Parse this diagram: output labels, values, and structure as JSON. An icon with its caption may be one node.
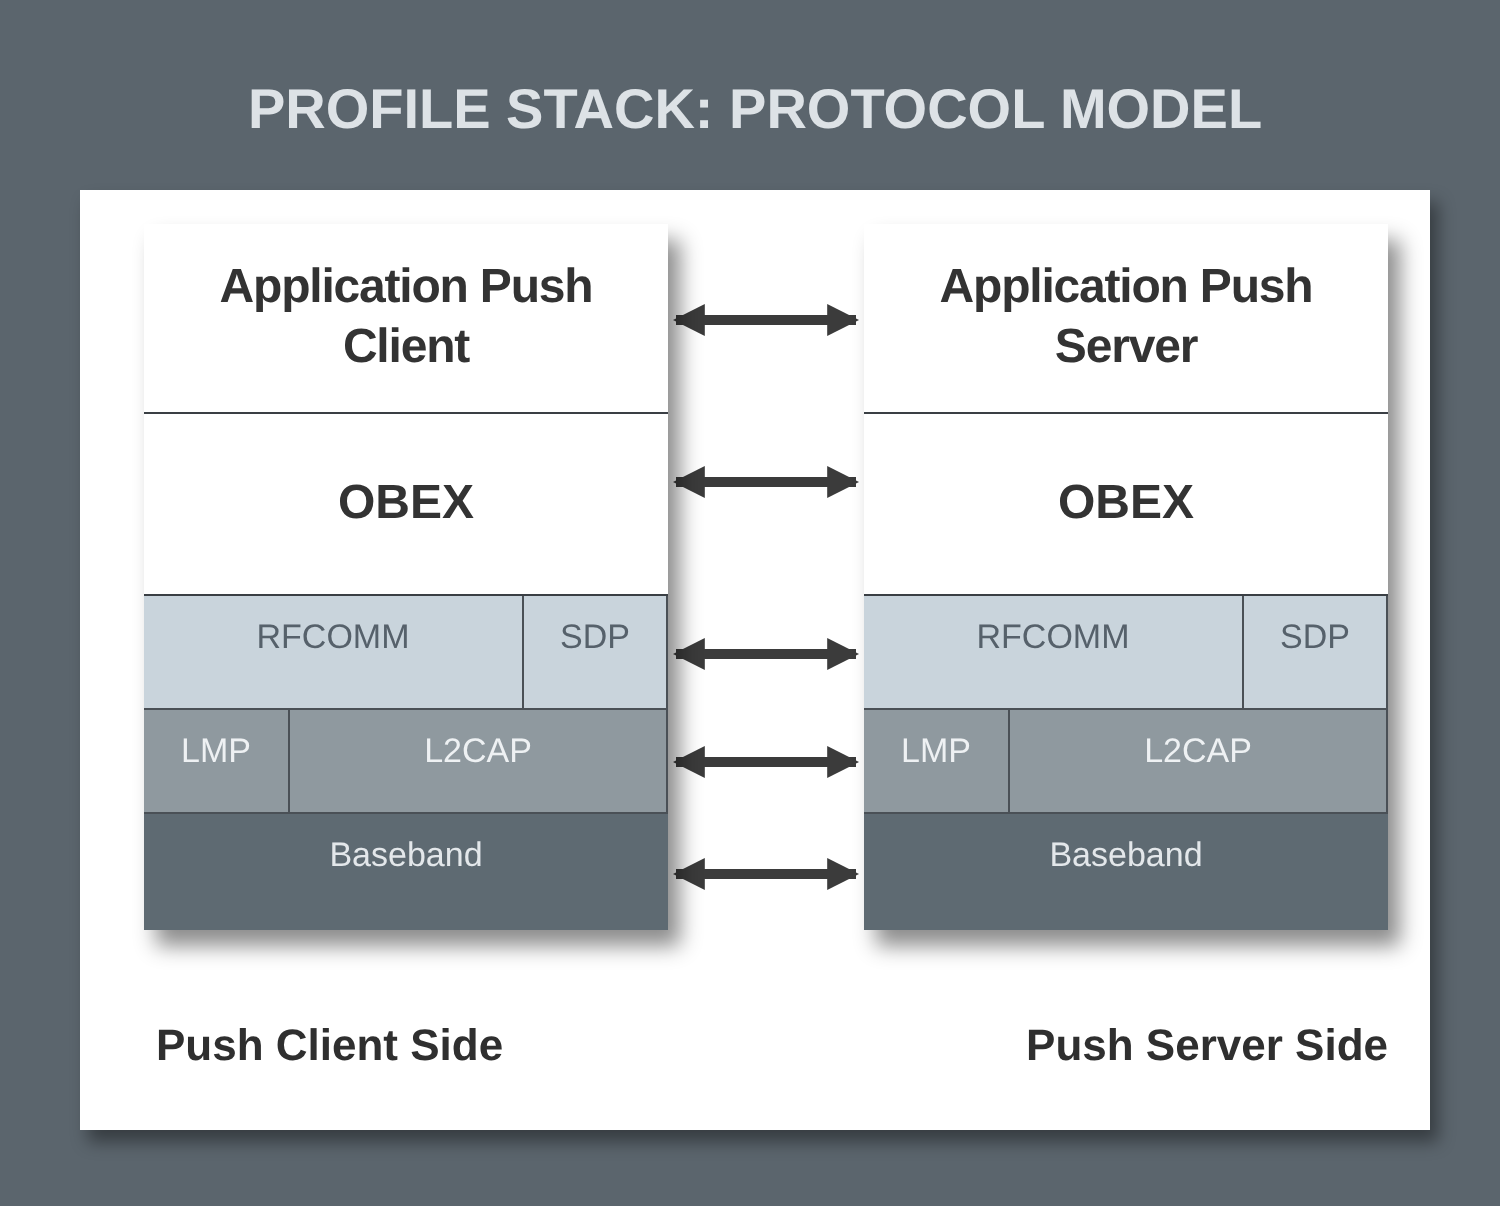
{
  "diagram": {
    "title": "PROFILE STACK: PROTOCOL MODEL",
    "nodes": [
      {
        "text": [],
        "shape": "box",
        "beside": [
          "Push Client Side"
        ]
      },
      {
        "text": [
          "Application Push Client"
        ],
        "in": 0
      },
      {
        "text": [
          "OBEX"
        ],
        "in": 0
      },
      {
        "text": [
          "RFCOMM"
        ],
        "in": 0
      },
      {
        "text": [
          "SDP"
        ],
        "in": 0
      },
      {
        "text": [
          "LMP"
        ],
        "in": 0
      },
      {
        "text": [
          "L2CAP"
        ],
        "in": 0
      },
      {
        "text": [
          "Baseband"
        ],
        "in": 0
      },
      {
        "text": [],
        "shape": "box",
        "beside": [
          "Push Server Side"
        ]
      },
      {
        "text": [
          "Application Push Server"
        ],
        "in": 8
      },
      {
        "text": [
          "OBEX"
        ],
        "in": 8
      },
      {
        "text": [
          "RFCOMM"
        ],
        "in": 8
      },
      {
        "text": [
          "SDP"
        ],
        "in": 8
      },
      {
        "text": [
          "LMP"
        ],
        "in": 8
      },
      {
        "text": [
          "L2CAP"
        ],
        "in": 8
      },
      {
        "text": [
          "Baseband"
        ],
        "in": 8
      }
    ],
    "edges": [
      {
        "from": 1,
        "to": 9,
        "arrow": "both"
      },
      {
        "from": 2,
        "to": 10,
        "arrow": "both"
      },
      {
        "from": 4,
        "to": 11,
        "arrow": "both"
      },
      {
        "from": 6,
        "to": 13,
        "arrow": "both"
      },
      {
        "from": 7,
        "to": 15,
        "arrow": "both"
      }
    ]
  }
}
